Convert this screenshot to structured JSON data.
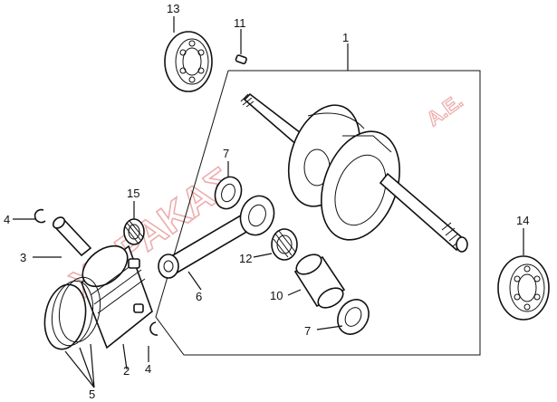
{
  "callouts": {
    "p1": "1",
    "p2": "2",
    "p3": "3",
    "p4a": "4",
    "p4b": "4",
    "p5": "5",
    "p6": "6",
    "p7a": "7",
    "p7b": "7",
    "p10": "10",
    "p11": "11",
    "p12": "12",
    "p13": "13",
    "p14": "14",
    "p15": "15"
  },
  "watermark": {
    "name": "ΧΑΡΑΚΑΣ",
    "suffix": "Α.Ε."
  },
  "colors": {
    "line": "#111111",
    "watermark": "#e06a6a"
  }
}
